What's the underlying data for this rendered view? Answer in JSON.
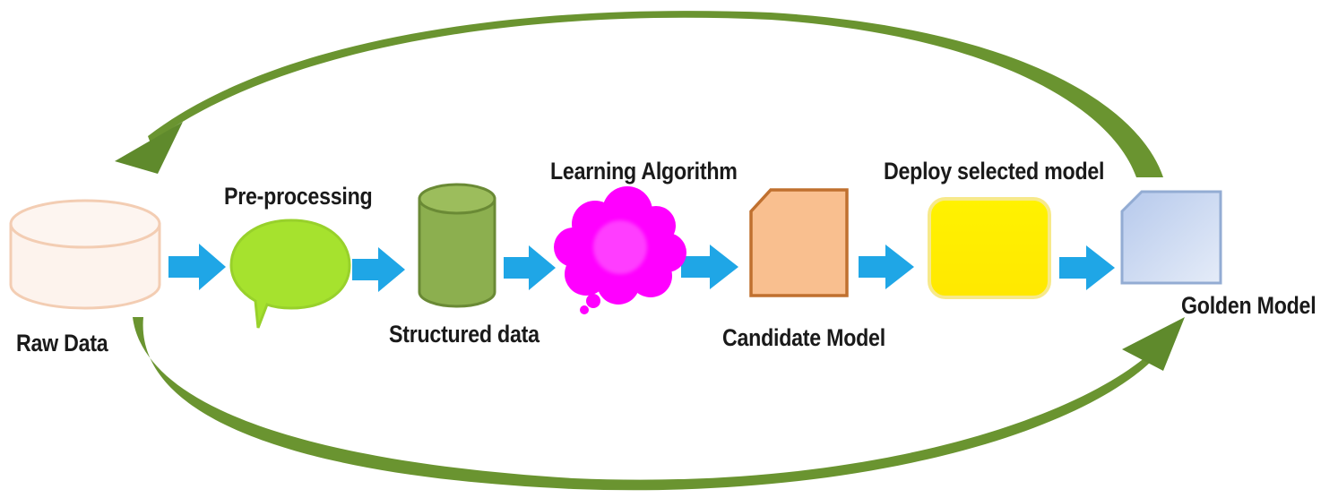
{
  "nodes": [
    {
      "id": "raw-data",
      "label": "Raw Data",
      "shape": "cylinder-flat",
      "fill": "#fdf1ea",
      "stroke": "#f3cdb3"
    },
    {
      "id": "pre-processing",
      "label": "Pre-processing",
      "shape": "speech-bubble",
      "fill": "#a6e22e",
      "stroke": "#9dd42a"
    },
    {
      "id": "structured-data",
      "label": "Structured data",
      "shape": "cylinder",
      "fill": "#8caf4f",
      "stroke": "#6a8a35"
    },
    {
      "id": "learning-algorithm",
      "label": "Learning Algorithm",
      "shape": "cloud-callout",
      "fill": "#ff00ff",
      "stroke": "#ff55ff"
    },
    {
      "id": "candidate-model",
      "label": "Candidate Model",
      "shape": "snipped-rectangle",
      "fill": "#f9bf8f",
      "stroke": "#c0702f"
    },
    {
      "id": "deploy-selected-model",
      "label": "Deploy selected model",
      "shape": "rounded-square",
      "fill": "#ffee00",
      "stroke": "#f5e27a"
    },
    {
      "id": "golden-model",
      "label": "Golden Model",
      "shape": "snipped-rectangle",
      "fill": "#c4d4f0",
      "stroke": "#93acd3"
    }
  ],
  "colors": {
    "flow_arrow": "#1fa6e6",
    "cycle_arrow": "#5f8a2c",
    "text": "#1a1a1a"
  }
}
